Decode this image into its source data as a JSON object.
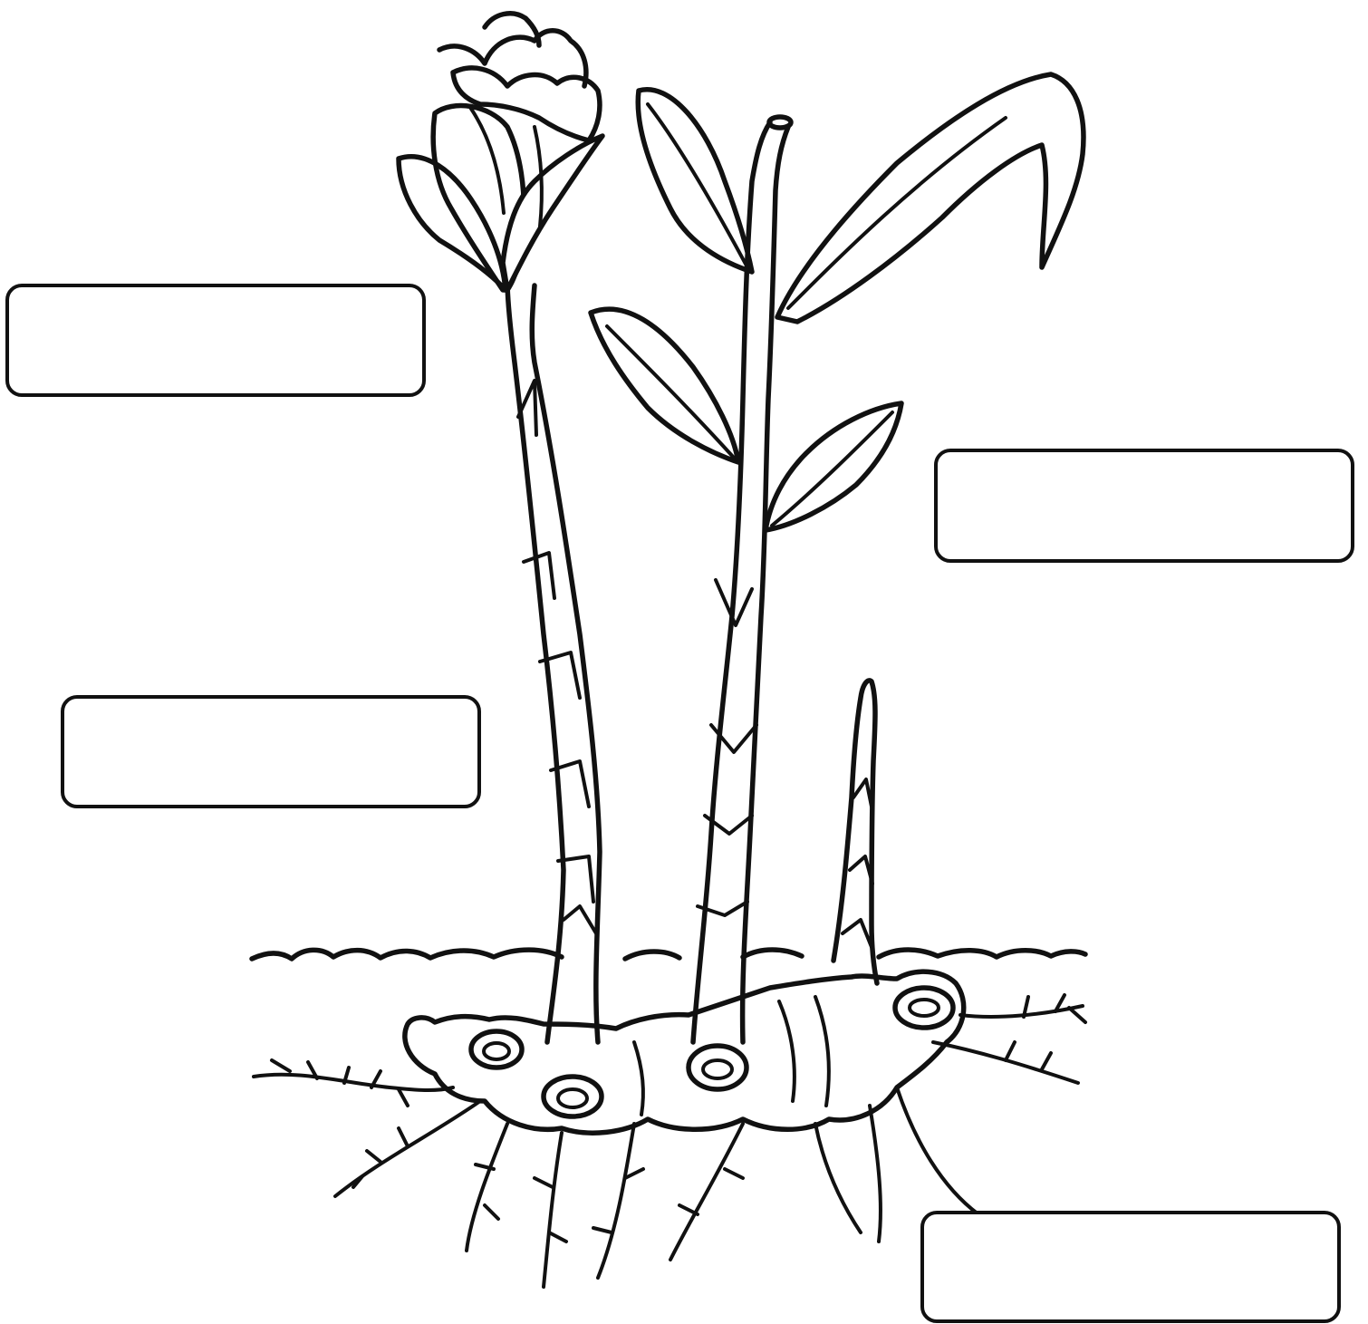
{
  "diagram": {
    "label_boxes": [
      {
        "id": "box-1",
        "text": ""
      },
      {
        "id": "box-2",
        "text": ""
      },
      {
        "id": "box-3",
        "text": ""
      },
      {
        "id": "box-4",
        "text": ""
      }
    ],
    "colors": {
      "line": "#111111",
      "background": "#ffffff"
    }
  }
}
